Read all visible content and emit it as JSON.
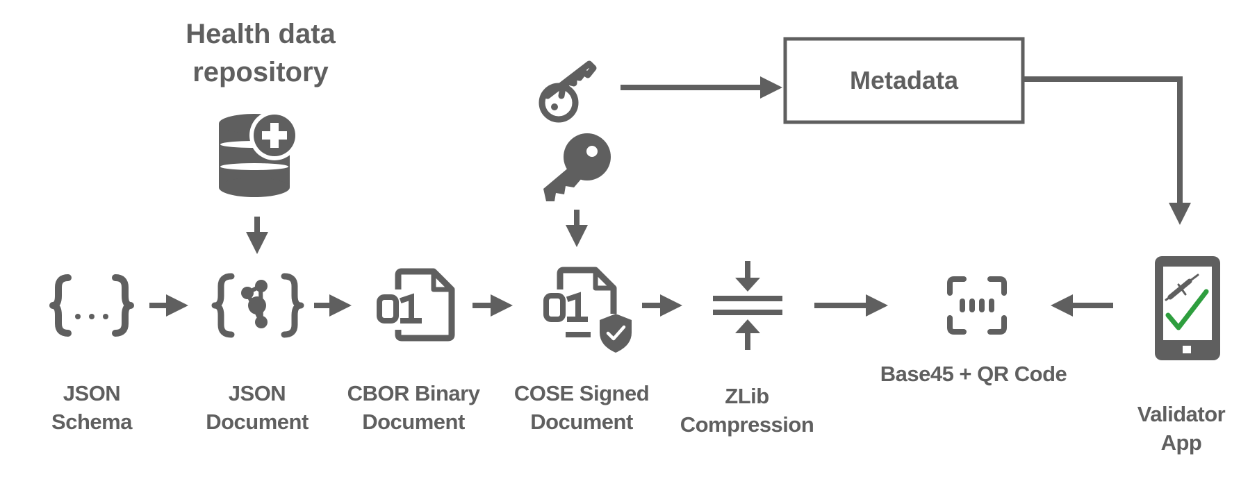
{
  "title": {
    "line1": "Health data",
    "line2": "repository"
  },
  "metadata_label": "Metadata",
  "steps": [
    {
      "line1": "JSON",
      "line2": "Schema"
    },
    {
      "line1": "JSON",
      "line2": "Document"
    },
    {
      "line1": "CBOR Binary",
      "line2": "Document"
    },
    {
      "line1": "COSE Signed",
      "line2": "Document"
    },
    {
      "line1": "ZLib",
      "line2": "Compression"
    },
    {
      "line1": "Base45 + QR Code"
    },
    {
      "line1": "Validator",
      "line2": "App"
    }
  ],
  "colors": {
    "main": "#5f5f5f",
    "check": "#2e9e3e",
    "background": "#ffffff"
  },
  "icons": [
    "braces-ellipsis-icon",
    "json-network-icon",
    "binary-file-icon",
    "signed-file-icon",
    "compression-icon",
    "qr-scan-icon",
    "phone-validator-icon",
    "database-plus-icon",
    "outline-key-icon",
    "solid-key-icon"
  ]
}
